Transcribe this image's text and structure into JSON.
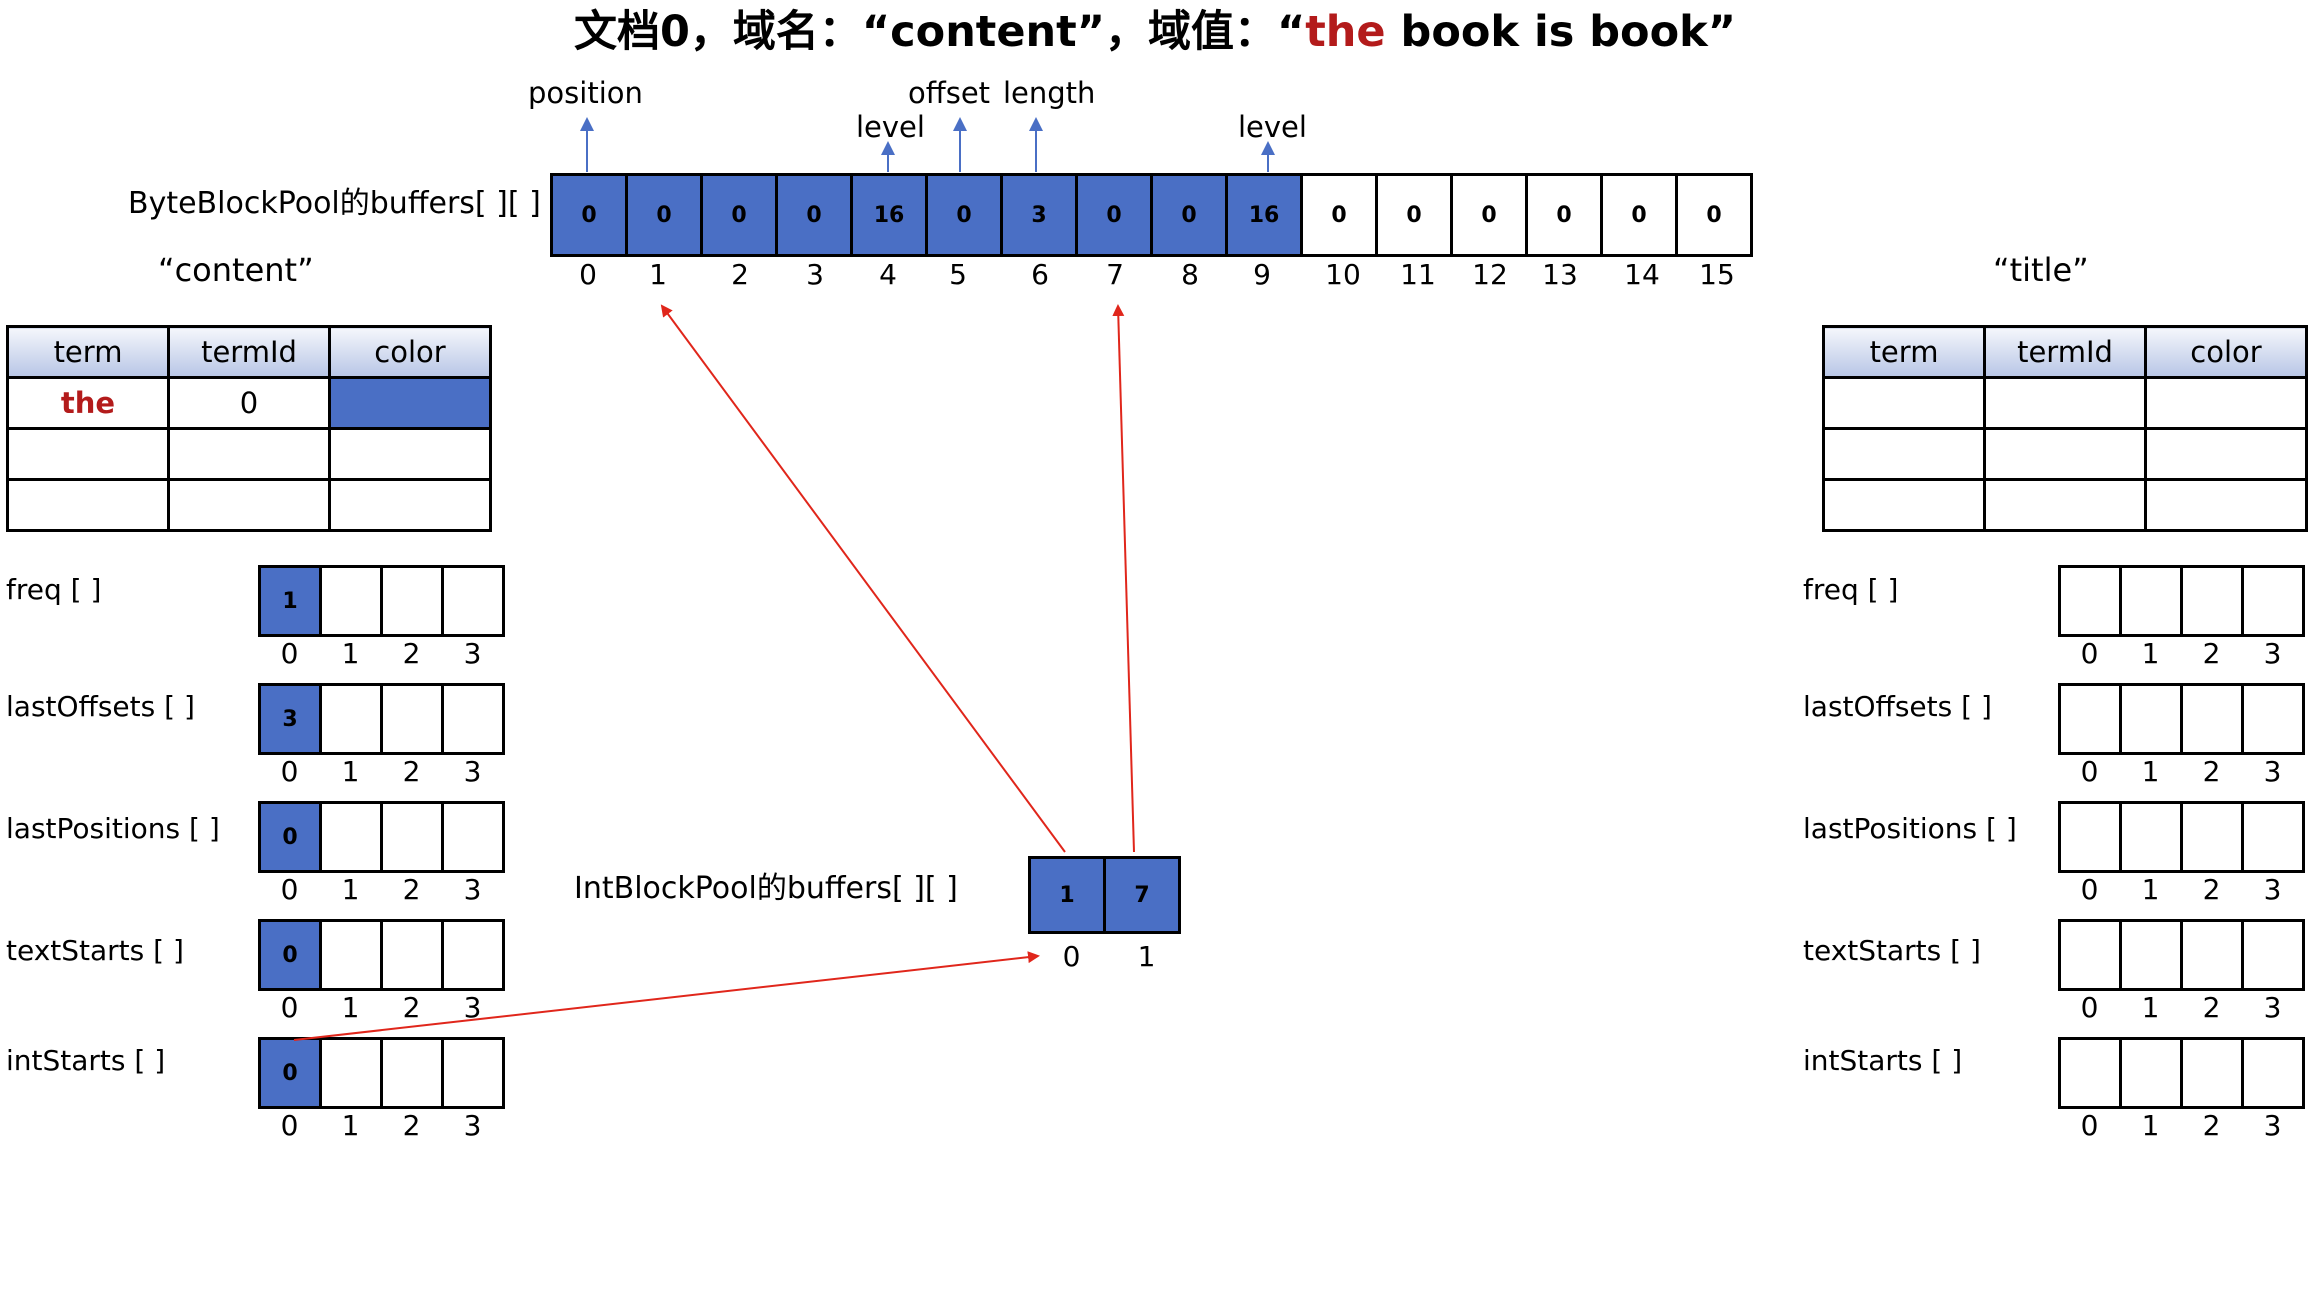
{
  "title": {
    "prefix": "文档0，域名：“content”，域值：“",
    "highlight": "the",
    "suffix": " book is book”"
  },
  "byte_pool": {
    "label": "ByteBlockPool的buffers[ ][ ]",
    "values": [
      "0",
      "0",
      "0",
      "0",
      "16",
      "0",
      "3",
      "0",
      "0",
      "16",
      "0",
      "0",
      "0",
      "0",
      "0",
      "0"
    ],
    "filled": [
      true,
      true,
      true,
      true,
      true,
      true,
      true,
      true,
      true,
      true,
      false,
      false,
      false,
      false,
      false,
      false
    ],
    "indices": [
      "0",
      "1",
      "2",
      "3",
      "4",
      "5",
      "6",
      "7",
      "8",
      "9",
      "10",
      "11",
      "12",
      "13",
      "14",
      "15"
    ],
    "annotations": {
      "position": "position",
      "level_a": "level",
      "offset": "offset",
      "length": "length",
      "level_b": "level"
    }
  },
  "fields": {
    "content": {
      "label": "“content”",
      "headers": [
        "term",
        "termId",
        "color"
      ],
      "rows": [
        [
          "the",
          "0",
          ""
        ],
        [
          "",
          "",
          ""
        ],
        [
          "",
          "",
          ""
        ]
      ]
    },
    "title": {
      "label": "“title”",
      "headers": [
        "term",
        "termId",
        "color"
      ],
      "rows": [
        [
          "",
          "",
          ""
        ],
        [
          "",
          "",
          ""
        ],
        [
          "",
          "",
          ""
        ]
      ]
    }
  },
  "arrays_left": [
    {
      "label": "freq [ ]",
      "values": [
        "1",
        "",
        "",
        ""
      ]
    },
    {
      "label": "lastOffsets [ ]",
      "values": [
        "3",
        "",
        "",
        ""
      ]
    },
    {
      "label": "lastPositions [ ]",
      "values": [
        "0",
        "",
        "",
        ""
      ]
    },
    {
      "label": "textStarts [ ]",
      "values": [
        "0",
        "",
        "",
        ""
      ]
    },
    {
      "label": "intStarts [ ]",
      "values": [
        "0",
        "",
        "",
        ""
      ]
    }
  ],
  "arrays_right": [
    {
      "label": "freq [ ]",
      "values": [
        "",
        "",
        "",
        ""
      ]
    },
    {
      "label": "lastOffsets [ ]",
      "values": [
        "",
        "",
        "",
        ""
      ]
    },
    {
      "label": "lastPositions [ ]",
      "values": [
        "",
        "",
        "",
        ""
      ]
    },
    {
      "label": "textStarts [ ]",
      "values": [
        "",
        "",
        "",
        ""
      ]
    },
    {
      "label": "intStarts [ ]",
      "values": [
        "",
        "",
        "",
        ""
      ]
    }
  ],
  "array_indices": [
    "0",
    "1",
    "2",
    "3"
  ],
  "int_pool": {
    "label": "IntBlockPool的buffers[ ][ ]",
    "values": [
      "1",
      "7"
    ],
    "indices": [
      "0",
      "1"
    ]
  },
  "colors": {
    "filled": "#4a6fc5",
    "highlight_text": "#b31b1b",
    "arrow_red": "#e0261b",
    "arrow_blue": "#4a6fc5"
  }
}
